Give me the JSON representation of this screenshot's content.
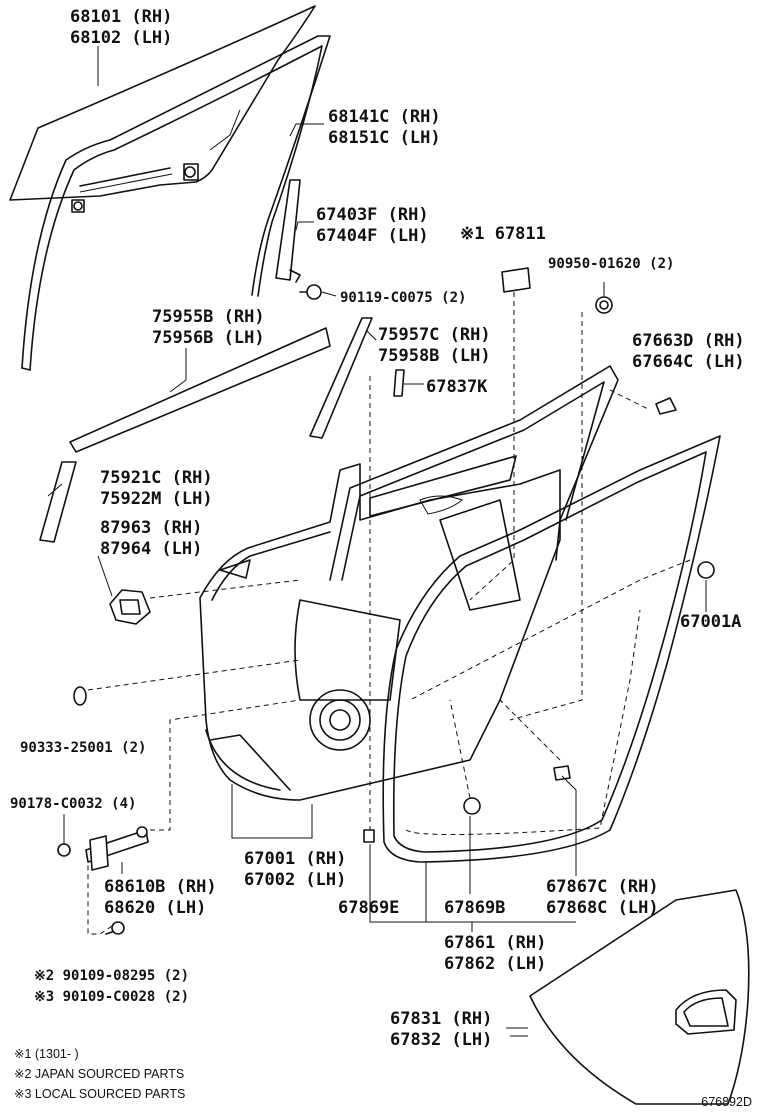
{
  "labels": {
    "glass": [
      "68101 (RH)",
      "68102 (LH)"
    ],
    "run_channel": [
      "68141C (RH)",
      "68151C (LH)"
    ],
    "sash": [
      "67403F (RH)",
      "67404F (LH)"
    ],
    "mark_1_part": "※1 67811",
    "screw_c0075": "90119-C0075 (2)",
    "grommet_01620": "90950-01620 (2)",
    "outer_molding": [
      "75955B (RH)",
      "75956B (LH)"
    ],
    "frame_garnish": [
      "75957C (RH)",
      "75958B (LH)"
    ],
    "clip_67837k": "67837K",
    "corner_piece": [
      "67663D (RH)",
      "67664C (LH)"
    ],
    "pillar_garnish": [
      "75921C (RH)",
      "75922M (LH)"
    ],
    "cover_87963": [
      "87963 (RH)",
      "87964 (LH)"
    ],
    "clip_67001a": "67001A",
    "hole_plug": "90333-25001 (2)",
    "bolt_c0032": "90178-C0032 (4)",
    "door_panel": [
      "67001 (RH)",
      "67002 (LH)"
    ],
    "check_assy": [
      "68610B (RH)",
      "68620 (LH)"
    ],
    "weatherstrip_clip_e": "67869E",
    "weatherstrip_clip_b": "67869B",
    "seal_clip": [
      "67867C (RH)",
      "67868C (LH)"
    ],
    "weatherstrip": [
      "67861 (RH)",
      "67862 (LH)"
    ],
    "bolt_08295": "※2 90109-08295 (2)",
    "bolt_c0028": "※3 90109-C0028 (2)",
    "service_hole_cover": [
      "67831 (RH)",
      "67832 (LH)"
    ]
  },
  "notes": {
    "note1": "※1 (1301-      )",
    "note2": "※2 JAPAN SOURCED PARTS",
    "note3": "※3 LOCAL SOURCED PARTS"
  },
  "diagram_id": "676892D"
}
